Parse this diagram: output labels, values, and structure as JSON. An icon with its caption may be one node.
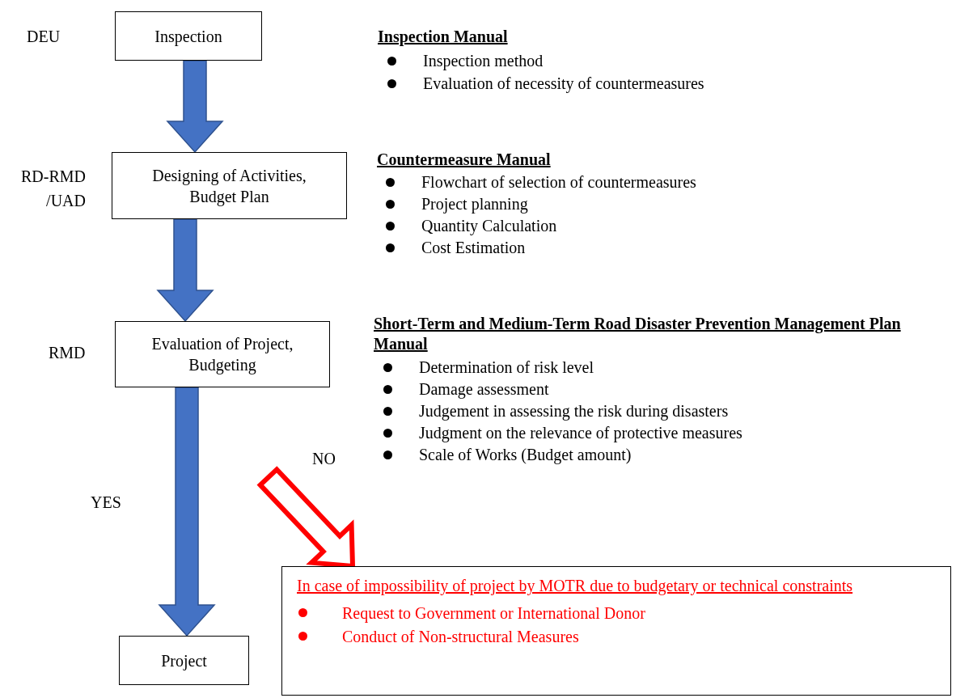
{
  "diagram": {
    "nodes": [
      {
        "text": [
          "Inspection"
        ],
        "beside": [
          "DEU"
        ]
      },
      {
        "text": [
          "Designing of Activities, Budget Plan"
        ],
        "beside": [
          "RD-RMD /UAD"
        ]
      },
      {
        "text": [
          "Evaluation of Project, Budgeting"
        ],
        "beside": [
          "RMD"
        ]
      },
      {
        "text": [
          "Project"
        ]
      },
      {
        "text": [
          "In case of impossibility of project by MOTR due to budgetary or technical constraints",
          "Request to Government or International Donor",
          "Conduct of Non-structural Measures"
        ]
      }
    ],
    "edges": [
      {
        "from": 0,
        "to": 1,
        "arrow": "to"
      },
      {
        "from": 1,
        "to": 2,
        "arrow": "to"
      },
      {
        "from": 2,
        "to": 3,
        "arrow": "to",
        "label": "YES"
      },
      {
        "from": null,
        "to": 4,
        "arrow": "to",
        "label": "NO",
        "color": "#ff0000"
      }
    ],
    "labels": [
      "Inspection Manual",
      "Inspection method",
      "Evaluation of necessity of countermeasures",
      "Countermeasure Manual",
      "Flowchart of selection of countermeasures",
      "Project planning",
      "Quantity Calculation",
      "Cost Estimation",
      "Short-Term and Medium-Term Road Disaster Prevention Management Plan Manual",
      "Determination of risk level",
      "Damage assessment",
      "Judgement in assessing the risk during disasters",
      "Judgment on the relevance of protective measures",
      "Scale of Works (Budget amount)"
    ]
  }
}
